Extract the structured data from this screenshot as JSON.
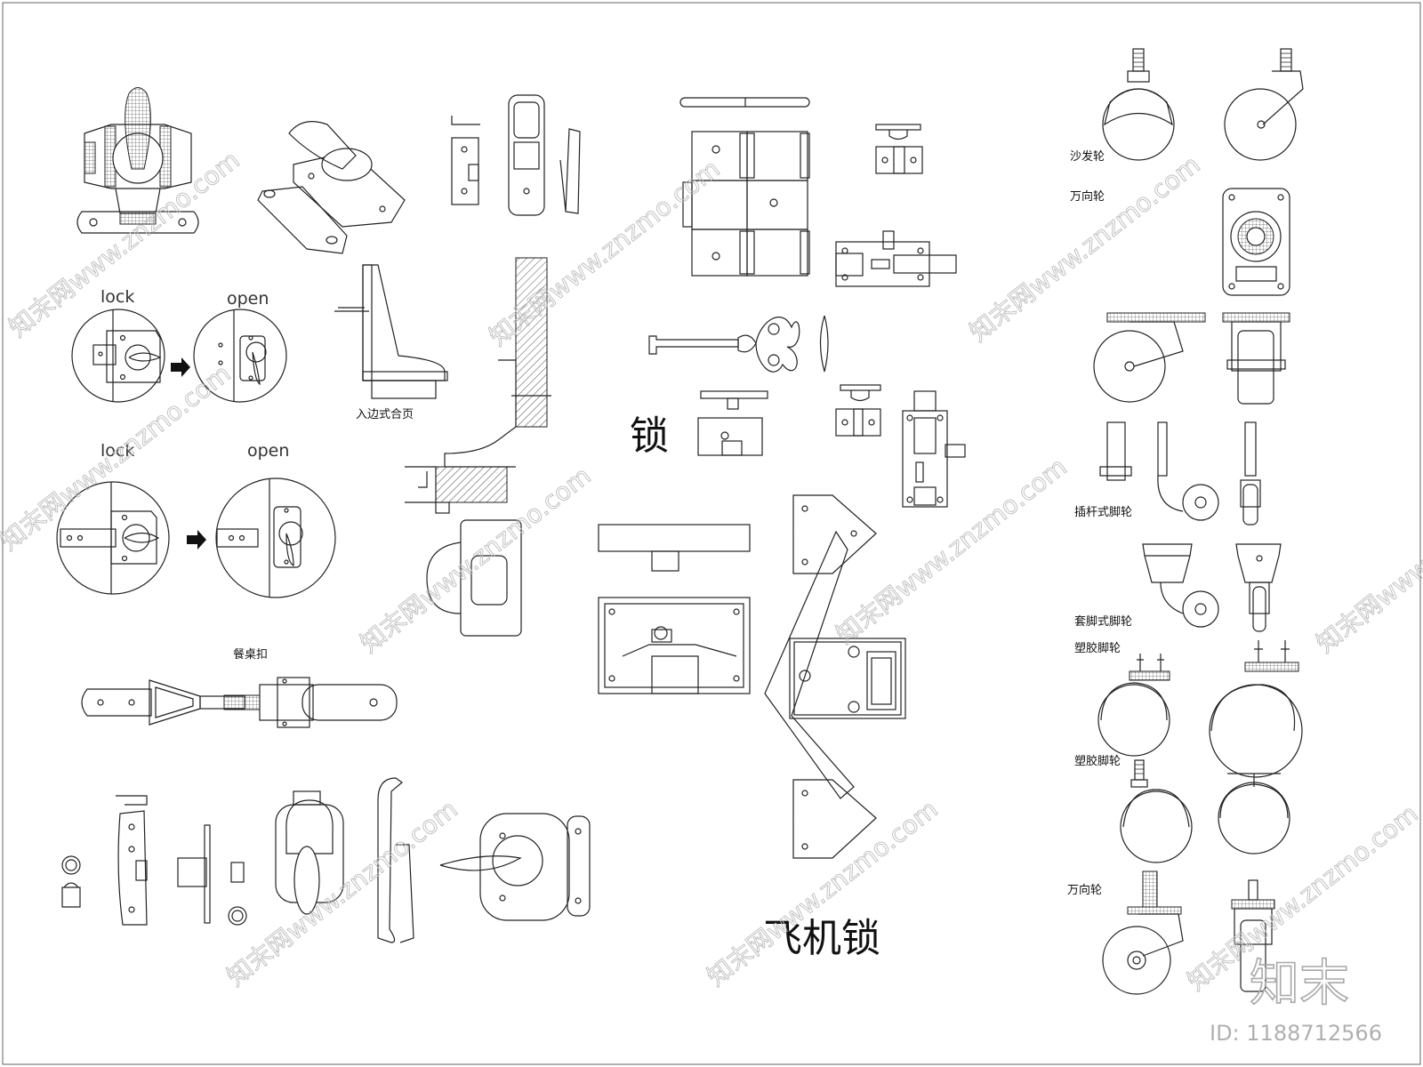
{
  "labels": {
    "lock_1": "lock",
    "open_1": "open",
    "lock_2": "lock",
    "open_2": "open",
    "table_clasp": "餐桌扣",
    "lock_big": "锁",
    "airplane_lock": "飞机锁",
    "sofa_wheel": "沙发轮",
    "swivel_wheel_1": "万向轮",
    "stem_caster": "插杆式脚轮",
    "socket_caster": "套脚式脚轮",
    "plastic_caster_1": "塑胶脚轮",
    "plastic_caster_2": "塑胶脚轮",
    "swivel_wheel_2": "万向轮",
    "hinge_note": "入边式合页"
  },
  "watermark": {
    "text": "知末网www.znzmo.com",
    "logo": "知末",
    "id": "ID: 1188712566"
  },
  "colors": {
    "line": "#222222",
    "background": "#ffffff",
    "watermark": "#bdbdbd"
  }
}
